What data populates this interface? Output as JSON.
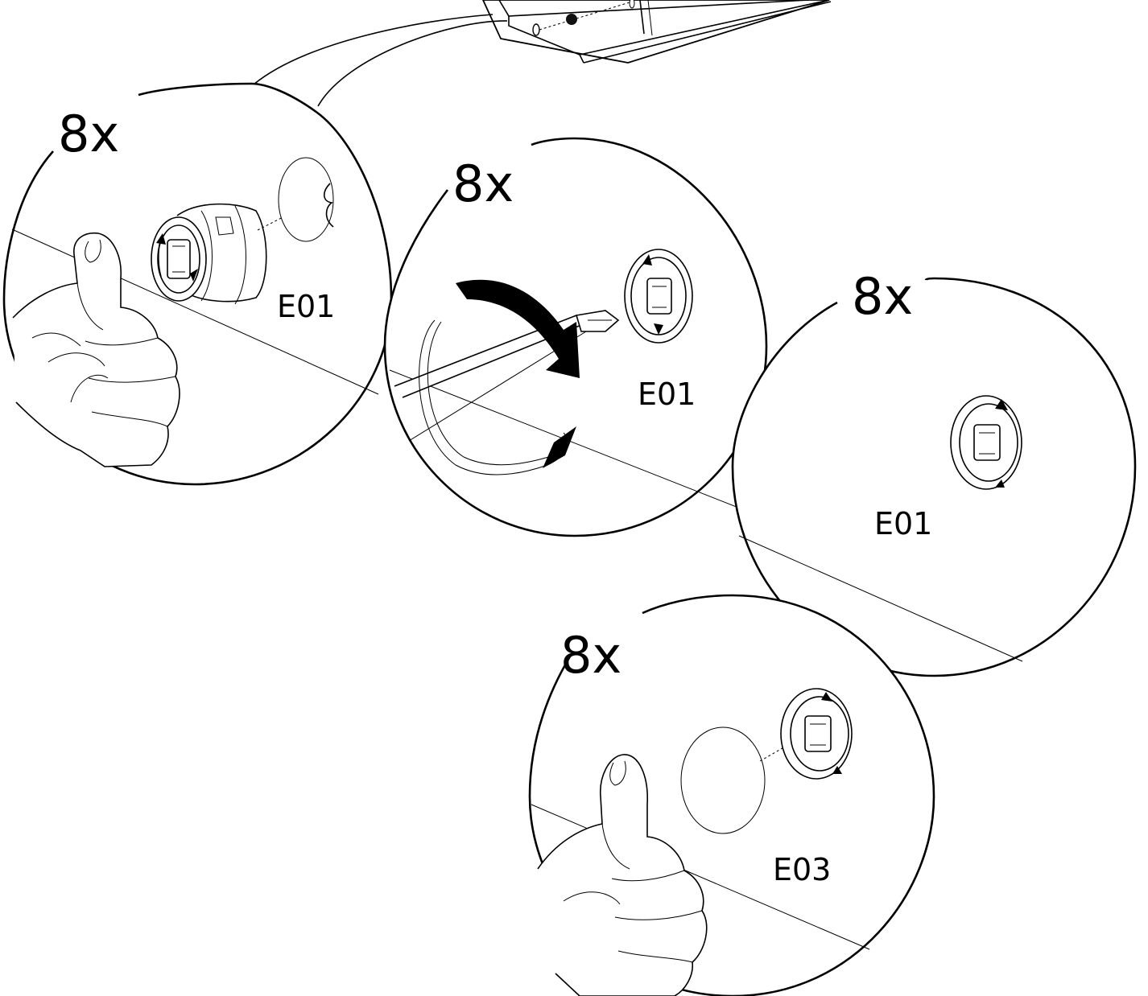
{
  "steps": [
    {
      "quantity": "8x",
      "part": "E01"
    },
    {
      "quantity": "8x",
      "part": "E01"
    },
    {
      "quantity": "8x",
      "part": "E01"
    },
    {
      "quantity": "8x",
      "part": "E03"
    }
  ],
  "colors": {
    "line": "#000000",
    "background": "#ffffff"
  },
  "icons": [
    "hand-push-icon",
    "cam-lock-icon",
    "screwdriver-icon",
    "rotation-arrow-icon",
    "cover-cap-icon"
  ]
}
